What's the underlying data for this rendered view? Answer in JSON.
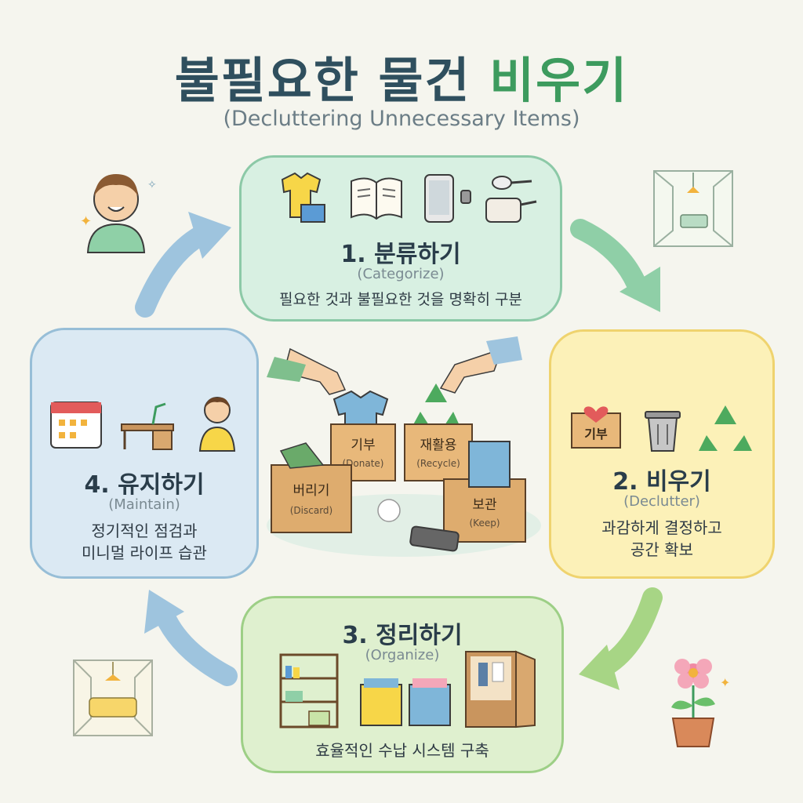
{
  "title": {
    "main": "불필요한 물건",
    "accent": "비우기",
    "subtitle": "(Decluttering Unnecessary Items)"
  },
  "steps": [
    {
      "heading": "1. 분류하기",
      "en": "(Categorize)",
      "desc": "필요한 것과 불필요한 것을 명확히 구분"
    },
    {
      "heading": "2. 비우기",
      "en": "(Declutter)",
      "desc_line1": "과감하게 결정하고",
      "desc_line2": "공간 확보",
      "donate_box": "기부"
    },
    {
      "heading": "3. 정리하기",
      "en": "(Organize)",
      "desc": "효율적인 수납 시스템 구축"
    },
    {
      "heading": "4. 유지하기",
      "en": "(Maintain)",
      "desc_line1": "정기적인 점검과",
      "desc_line2": "미니멀 라이프 습관"
    }
  ],
  "boxes": [
    {
      "label": "기부",
      "en": "(Donate)"
    },
    {
      "label": "재활용",
      "en": "(Recycle)"
    },
    {
      "label": "버리기",
      "en": "(Discard)"
    },
    {
      "label": "보관",
      "en": "(Keep)"
    }
  ],
  "colors": {
    "green": "#3d9b5e",
    "title": "#2f4f5e",
    "card1": "#d8f0e2",
    "card2": "#fcf1b8",
    "card3": "#dff0cf",
    "card4": "#dbe9f3"
  },
  "icons": [
    "tshirt-icon",
    "book-icon",
    "phone-icon",
    "cookware-icon",
    "heart-box-icon",
    "trash-can-icon",
    "recycle-icon",
    "shelf-icon",
    "storage-bin-icon",
    "wardrobe-icon",
    "calendar-icon",
    "desk-icon",
    "person-icon",
    "room-icon",
    "flower-pot-icon",
    "sparkle-icon"
  ]
}
